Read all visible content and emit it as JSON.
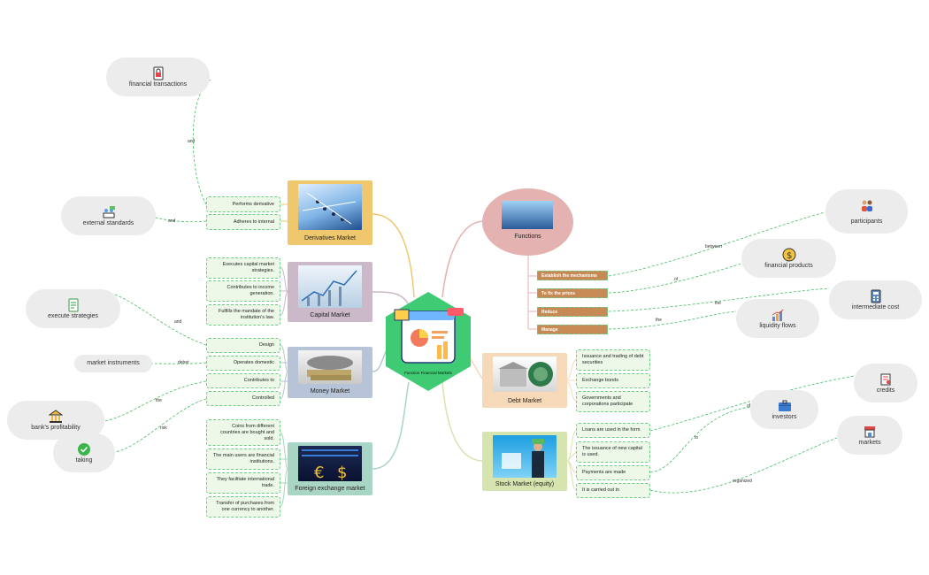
{
  "center": {
    "title": "Function Financial Markets"
  },
  "branches": {
    "derivatives": {
      "label": "Derivatives Market",
      "leaves": [
        "Performs derivative",
        "Adheres to internal"
      ]
    },
    "capital": {
      "label": "Capital Market",
      "leaves": [
        "Executes capital market strategies.",
        "Contributes to income generation.",
        "Fulfills the mandate of the institution's law."
      ]
    },
    "money": {
      "label": "Money Market",
      "leaves": [
        "Design",
        "Operates domestic",
        "Contributes  to",
        "Controlled"
      ]
    },
    "forex": {
      "label": "Foreign exchange market",
      "leaves": [
        "Coins from different countries are bought and sold.",
        "The main users are financial institutions.",
        "They facilitate international trade.",
        "Transfer of purchases from one currency to another."
      ]
    },
    "functions": {
      "label": "Functions",
      "subs": [
        "Establish the mechanisms",
        "To fix the prices",
        "Reduce",
        "Manage"
      ]
    },
    "debt": {
      "label": "Debt Market",
      "leaves": [
        "Issuance and trading of debt securities",
        "Exchange bonds",
        "Governments and corporations participate"
      ]
    },
    "stock": {
      "label": "Stock Market (equity)",
      "leaves": [
        "Loans are used in the form",
        "The issuance of new capital is used.",
        "Payments are made",
        "It is carried out in"
      ]
    }
  },
  "bubbles": {
    "financial_transactions": "financial transactions",
    "external_standards": "external standards",
    "execute_strategies": "execute strategies",
    "market_instruments": "market instruments",
    "banks_profitability": "bank's profitability",
    "taking": "taking",
    "participants": "participants",
    "financial_products": "financial products",
    "intermediate_cost": "intermediate cost",
    "liquidity_flows": "liquidity flows",
    "credits": "credits",
    "investors": "investors",
    "markets": "markets"
  },
  "edge_labels": {
    "and1": "and",
    "and2": "and",
    "and3": "and",
    "debet": "debet",
    "the1": "the",
    "risk": "risk",
    "between": "between",
    "of": "of",
    "the2": "the",
    "the3": "the",
    "of2": "of",
    "to": "to",
    "organized": "organized"
  },
  "colors": {
    "derivatives": "#efc86e",
    "capital": "#cbb8c8",
    "money": "#b7c3d6",
    "forex": "#a9d6c4",
    "functions": "#e4b3b1",
    "debt": "#f6d9b9",
    "stock": "#d6e4b0",
    "hex": "#3fcb74",
    "leaf_bg": "#eef8e8",
    "leaf_border": "#6ccb84",
    "sub_bg": "#c78a55"
  }
}
